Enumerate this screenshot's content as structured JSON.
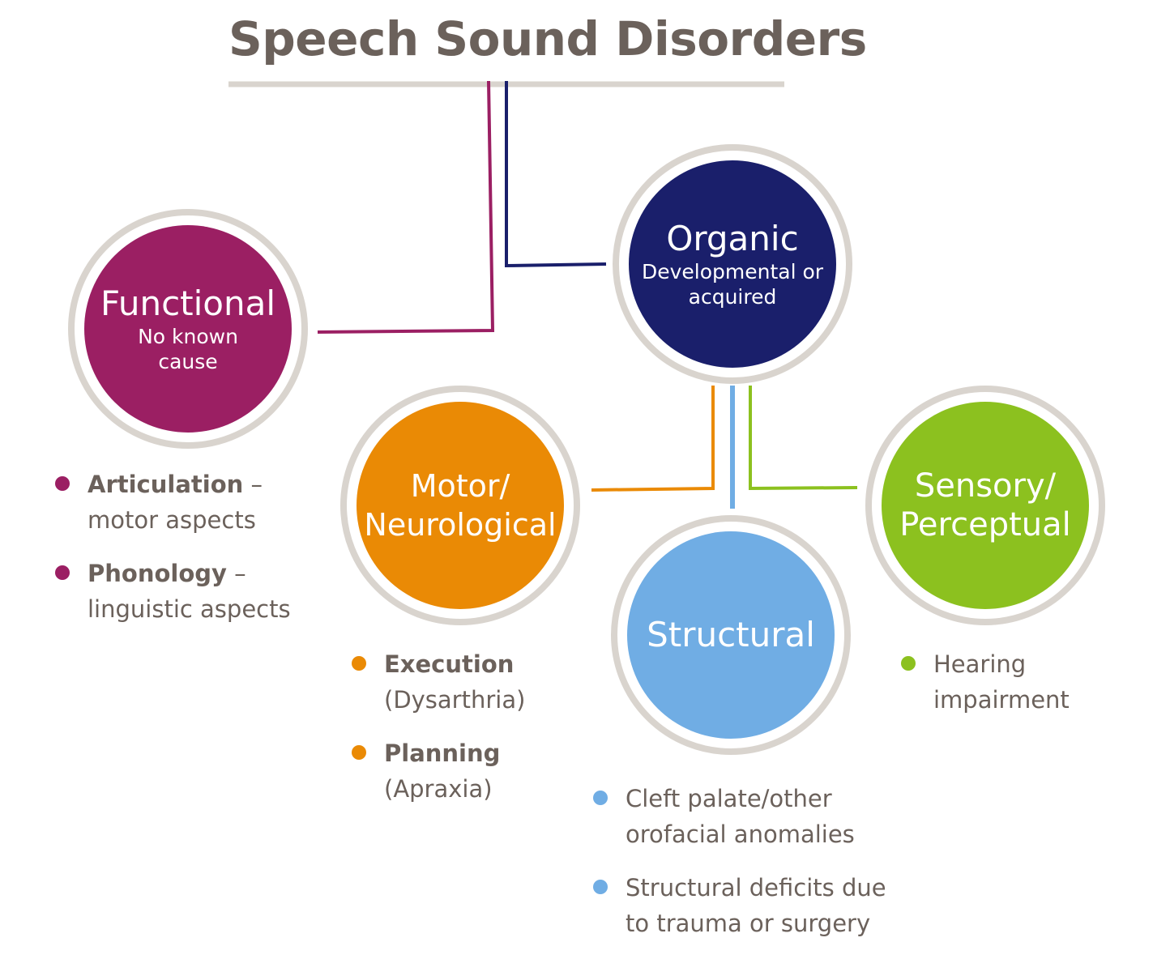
{
  "title": "Speech Sound Disorders",
  "colors": {
    "functional": "#9b1f63",
    "organic": "#1a1f6b",
    "motor": "#ea8a05",
    "structural": "#70ade4",
    "sensory": "#8cc11f",
    "ring": "#d9d4ce",
    "text": "#6b615b"
  },
  "nodes": {
    "functional": {
      "label": "Functional",
      "sub": "No known cause"
    },
    "organic": {
      "label": "Organic",
      "sub": "Developmental or acquired"
    },
    "motor": {
      "label": "Motor/ Neurological",
      "sub": ""
    },
    "structural": {
      "label": "Structural",
      "sub": ""
    },
    "sensory": {
      "label": "Sensory/ Perceptual",
      "sub": ""
    }
  },
  "functional_items": [
    {
      "bold": "Articulation",
      "rest": " –",
      "line2": "motor aspects"
    },
    {
      "bold": "Phonology",
      "rest": " –",
      "line2": "linguistic aspects"
    }
  ],
  "motor_items": [
    {
      "bold": "Execution",
      "rest": "",
      "line2": "(Dysarthria)"
    },
    {
      "bold": "Planning",
      "rest": "",
      "line2": "(Apraxia)"
    }
  ],
  "structural_items": [
    {
      "bold": "",
      "rest": "Cleft palate/other",
      "line2": "orofacial anomalies"
    },
    {
      "bold": "",
      "rest": "Structural deficits due",
      "line2": "to trauma or surgery"
    }
  ],
  "sensory_items": [
    {
      "bold": "",
      "rest": "Hearing",
      "line2": "impairment"
    }
  ]
}
